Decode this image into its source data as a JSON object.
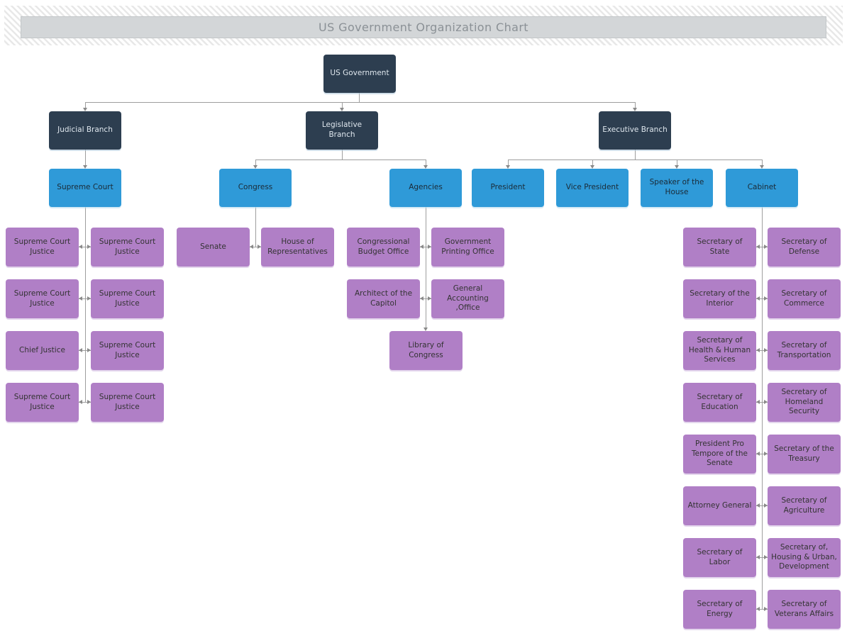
{
  "title": "US Government Organization Chart",
  "root": {
    "label": "US Government"
  },
  "branches": {
    "judicial": "Judicial Branch",
    "legislative": "Legislative Branch",
    "executive": "Executive Branch"
  },
  "level2": {
    "supreme_court": "Supreme Court",
    "congress": "Congress",
    "agencies": "Agencies",
    "president": "President",
    "vice_president": "Vice President",
    "speaker": "Speaker of the House",
    "cabinet": "Cabinet"
  },
  "supreme_court_pairs": [
    {
      "left": "Supreme Court Justice",
      "right": "Supreme Court Justice"
    },
    {
      "left": "Supreme Court Justice",
      "right": "Supreme Court Justice"
    },
    {
      "left": "Chief Justice",
      "right": "Supreme Court Justice"
    },
    {
      "left": "Supreme Court Justice",
      "right": "Supreme Court Justice"
    }
  ],
  "congress_pairs": [
    {
      "left": "Senate",
      "right": "House of Representatives"
    }
  ],
  "agencies_pairs": [
    {
      "left": "Congressional Budget Office",
      "right": "Government Printing Office"
    },
    {
      "left": "Architect of the Capitol",
      "right": "General Accounting ,Office"
    }
  ],
  "agencies_tail": "Library of Congress",
  "cabinet_pairs": [
    {
      "left": "Secretary of State",
      "right": "Secretary of Defense"
    },
    {
      "left": "Secretary of the Interior",
      "right": "Secretary of Commerce"
    },
    {
      "left": "Secretary of Health & Human Services",
      "right": "Secretary of Transportation"
    },
    {
      "left": "Secretary of Education",
      "right": "Secretary of Homeland Security"
    },
    {
      "left": "President Pro Tempore of the Senate",
      "right": "Secretary of the Treasury"
    },
    {
      "left": "Attorney General",
      "right": "Secretary of Agriculture"
    },
    {
      "left": "Secretary of Labor",
      "right": "Secretary of, Housing & Urban, Development"
    },
    {
      "left": "Secretary of Energy",
      "right": "Secretary of Veterans Affairs"
    }
  ],
  "colors": {
    "node_dark": "#2d3e50",
    "node_blue": "#2f9ad8",
    "node_purple": "#b07fc6",
    "connector": "#9e9e9e",
    "title_bg": "#d3d6d8",
    "title_text": "#8b9196"
  }
}
